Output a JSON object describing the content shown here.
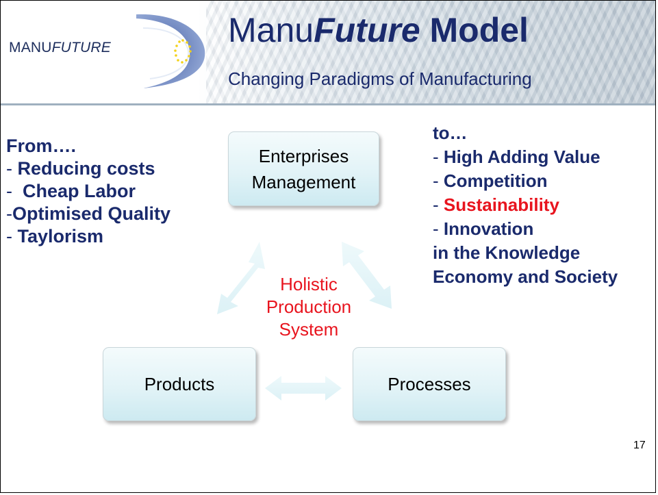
{
  "header": {
    "logo_prefix": "MANU",
    "logo_suffix": "FUTURE",
    "title_prefix": "Manu",
    "title_italic": "Future",
    "title_suffix": " Model",
    "subtitle": "Changing Paradigms of Manufacturing"
  },
  "left_list": {
    "heading": "From….",
    "items": [
      {
        "dash": "- ",
        "text": "Reducing costs"
      },
      {
        "dash": "-  ",
        "text": "Cheap Labor"
      },
      {
        "dash": "-",
        "text": "Optimised Quality"
      },
      {
        "dash": "- ",
        "text": "Taylorism"
      }
    ]
  },
  "right_list": {
    "heading": "to…",
    "items": [
      {
        "dash": "- ",
        "text": "High Adding Value"
      },
      {
        "dash": "- ",
        "text": "Competition"
      },
      {
        "dash": "- ",
        "text": "Sustainability",
        "highlight": true
      },
      {
        "dash": "- ",
        "text": "Innovation"
      }
    ],
    "tail_line1": "in the Knowledge",
    "tail_line2": "Economy and Society"
  },
  "diagram": {
    "top_box_line1": "Enterprises",
    "top_box_line2": "Management",
    "left_box": "Products",
    "right_box": "Processes",
    "center_line1": "Holistic",
    "center_line2": "Production",
    "center_line3": "System"
  },
  "colors": {
    "navy": "#1a2a6c",
    "highlight_red": "#e8141e",
    "box_fill": "#e2f3f7",
    "arrow_fill": "#e6f6fa"
  },
  "page_number": "17"
}
